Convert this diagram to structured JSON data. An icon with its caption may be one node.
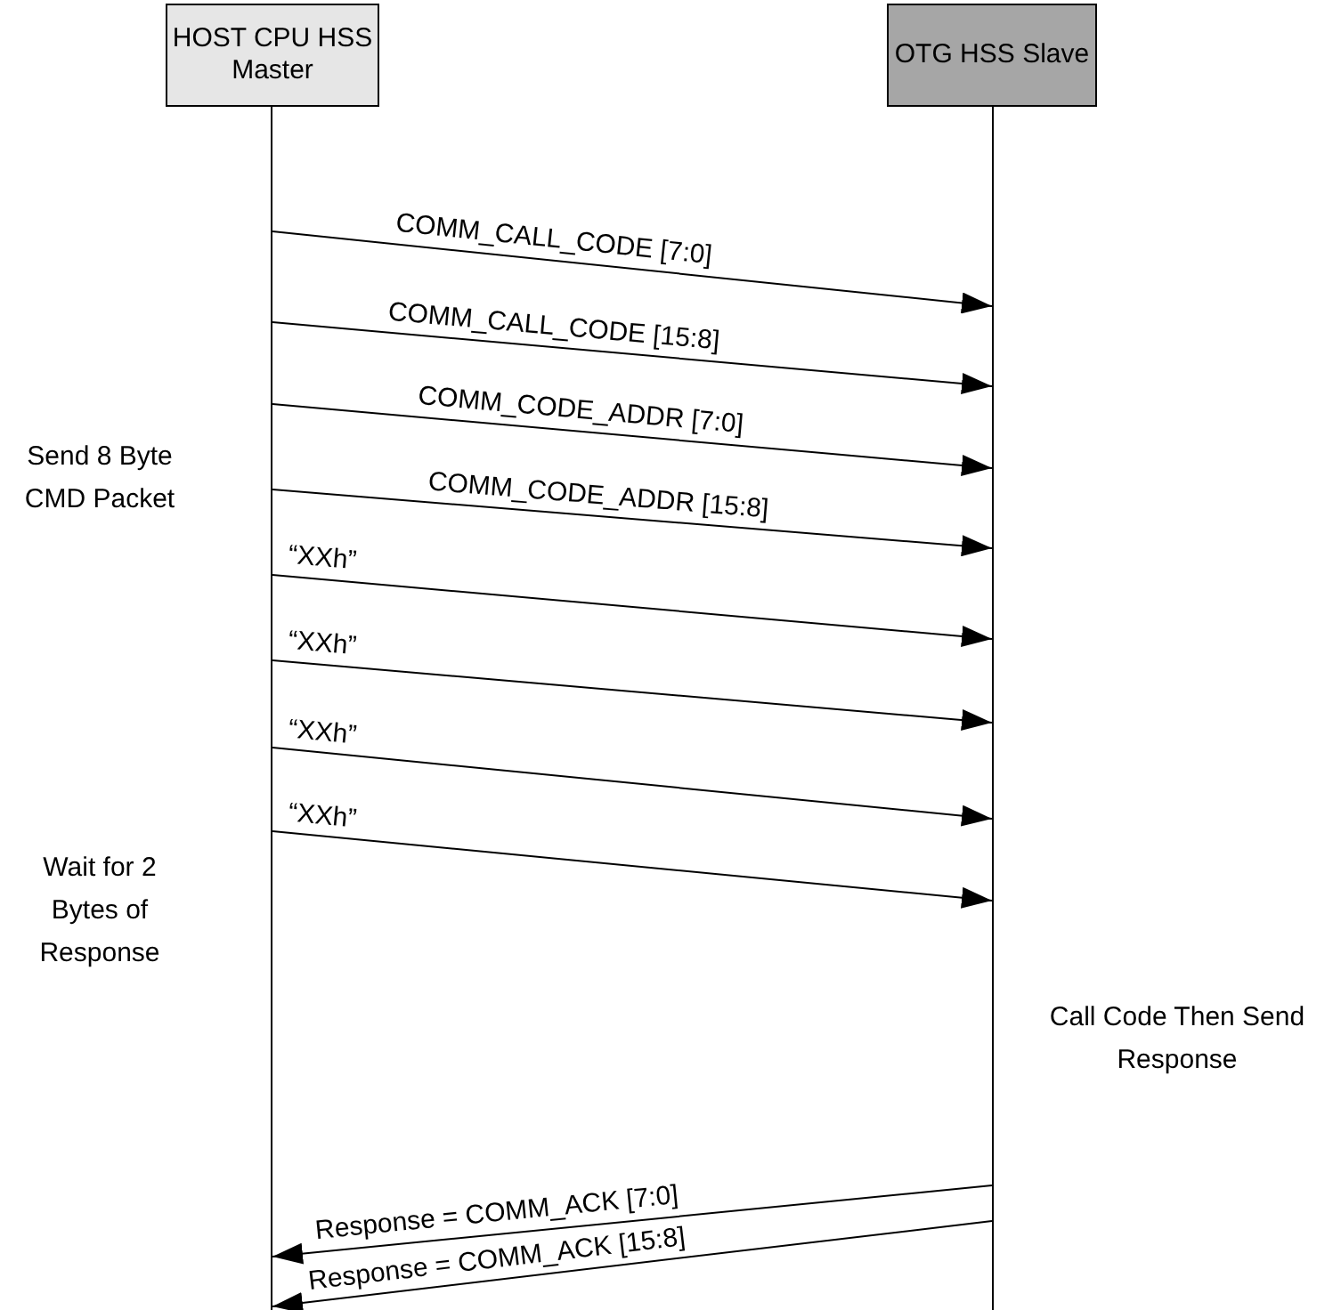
{
  "diagram": {
    "nodes": [
      {
        "text": [
          "HOST CPU HSS Master"
        ]
      },
      {
        "text": [
          "OTG HSS Slave"
        ]
      },
      {
        "text": [],
        "shape": "bar"
      },
      {
        "text": [],
        "shape": "bar"
      }
    ],
    "edges": [
      {
        "from": 2,
        "to": 3,
        "arrow": "to",
        "label": "COMM_CALL_CODE [7:0]"
      },
      {
        "from": 2,
        "to": 3,
        "arrow": "to",
        "label": "COMM_CALL_CODE [15:8]"
      },
      {
        "from": 2,
        "to": 3,
        "arrow": "to",
        "label": "COMM_CODE_ADDR  [7:0]"
      },
      {
        "from": 2,
        "to": 3,
        "arrow": "to",
        "label": "COMM_CODE_ADDR [15:8]"
      },
      {
        "from": 2,
        "to": 3,
        "arrow": "to",
        "label": "“XXh”"
      },
      {
        "from": 2,
        "to": 3,
        "arrow": "to",
        "label": "“XXh”"
      },
      {
        "from": 2,
        "to": 3,
        "arrow": "to",
        "label": "“XXh”"
      },
      {
        "from": 2,
        "to": 3,
        "arrow": "to",
        "label": "“XXh”"
      },
      {
        "from": 3,
        "to": 2,
        "arrow": "to",
        "label": "Response =  COMM_ACK [7:0]"
      },
      {
        "from": 3,
        "to": 2,
        "arrow": "to",
        "label": "Response =  COMM_ACK [15:8]"
      }
    ],
    "labels": [
      "Send 8 Byte CMD Packet",
      "Wait for 2 Bytes of Response",
      "Call Code Then Send Response"
    ]
  }
}
